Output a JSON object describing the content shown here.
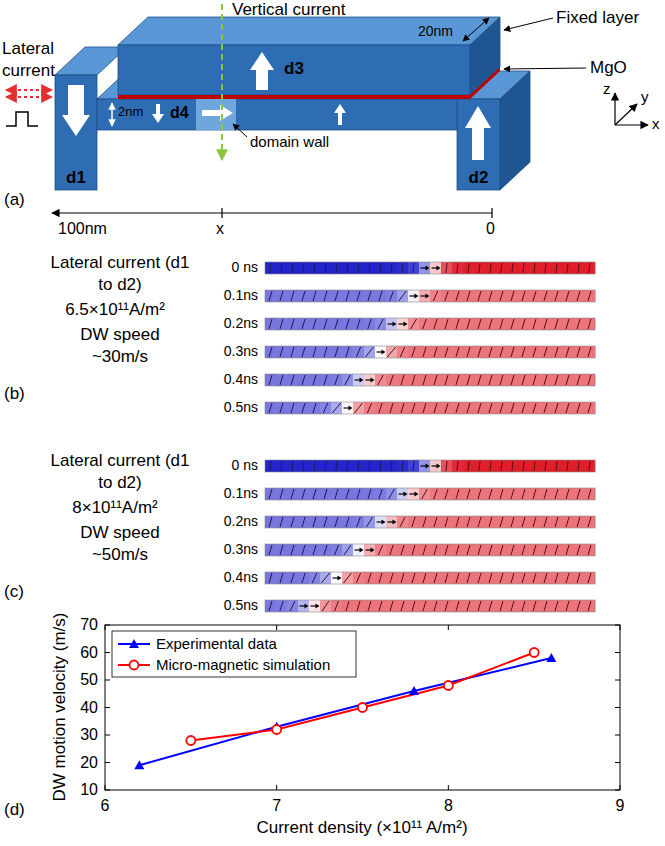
{
  "diagram": {
    "nodes": [
      {
        "text": [
          "d1"
        ]
      },
      {
        "text": [
          "d2"
        ]
      },
      {
        "text": [
          "d3"
        ]
      }
    ],
    "labels": [
      "Vertical current",
      "Fixed layer",
      "20nm",
      "MgO",
      "Lateral current",
      "2nm",
      "d4",
      "domain wall",
      "z",
      "y",
      "x",
      "(a)",
      "100nm",
      "x",
      "0",
      "Lateral current (d1 to d2)",
      "6.5×10¹¹A/m²",
      "DW speed ~30m/s",
      "(b)",
      "0 ns",
      "0.1ns",
      "0.2ns",
      "0.3ns",
      "0.4ns",
      "0.5ns",
      "Lateral current (d1 to d2)",
      "8×10¹¹A/m²",
      "DW speed ~50m/s",
      "(c)",
      "0 ns",
      "0.1ns",
      "0.2ns",
      "0.3ns",
      "0.4ns",
      "0.5ns",
      "(d)",
      "10",
      "20",
      "30",
      "40",
      "50",
      "60",
      "70",
      "6",
      "7",
      "8",
      "9",
      "DW motion velocity (m/s)",
      "Current density (×10¹¹ A/m²)"
    ],
    "legend": [
      {
        "text": "Experimental data"
      },
      {
        "text": "Micro-magnetic simulation"
      }
    ]
  }
}
